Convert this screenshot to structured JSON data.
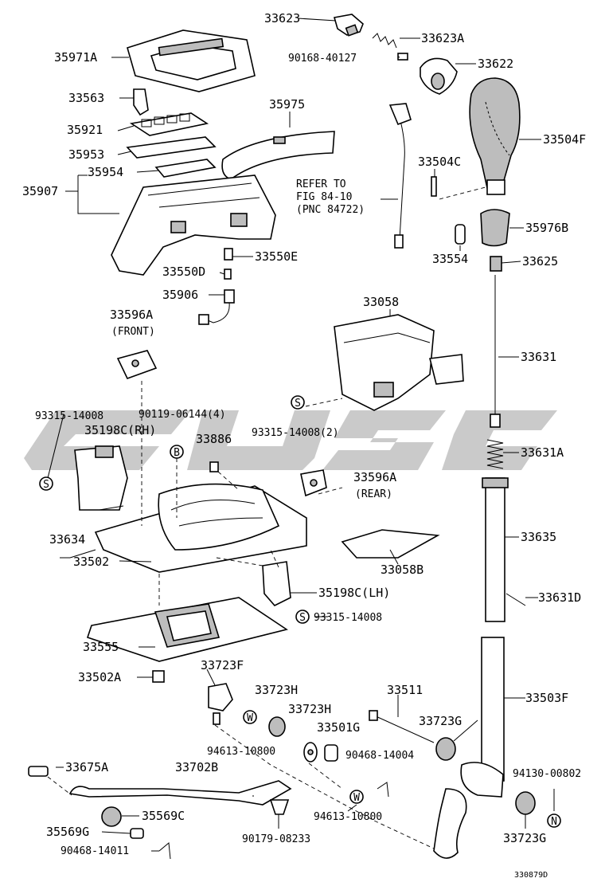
{
  "labels": {
    "l33623": "33623",
    "l33623A": "33623A",
    "l90168": "90168-40127",
    "l33622": "33622",
    "l35971A": "35971A",
    "l33563": "33563",
    "l35975": "35975",
    "l33504F": "33504F",
    "l35921": "35921",
    "l35953": "35953",
    "l35954": "35954",
    "l35907": "35907",
    "l33504C": "33504C",
    "refer1": "REFER TO",
    "refer2": "FIG 84-10",
    "refer3": "(PNC 84722)",
    "l35976B": "35976B",
    "l33550E": "33550E",
    "l33554": "33554",
    "l33625": "33625",
    "l33550D": "33550D",
    "l35906": "35906",
    "l33058": "33058",
    "l33596A_front": "33596A",
    "front": "(FRONT)",
    "l33631": "33631",
    "l93315_a": "93315-14008",
    "l90119": "90119-06144(4)",
    "l93315_b": "93315-14008(2)",
    "l35198C_RH": "35198C(RH)",
    "l33886": "33886",
    "l33631A": "33631A",
    "l33596A_rear": "33596A",
    "rear": "(REAR)",
    "l33634": "33634",
    "l33635": "33635",
    "l33502": "33502",
    "l33058B": "33058B",
    "l35198C_LH": "35198C(LH)",
    "l33631D": "33631D",
    "l93315_c": "93315-14008",
    "l33555": "33555",
    "l33723F": "33723F",
    "l33502A": "33502A",
    "l33503F": "33503F",
    "l33723H_1": "33723H",
    "l33511": "33511",
    "l33723H_2": "33723H",
    "l33723G_1": "33723G",
    "l33501G": "33501G",
    "l94613_a": "94613-10800",
    "l90468_14004": "90468-14004",
    "l94130": "94130-00802",
    "l33675A": "33675A",
    "l33702B": "33702B",
    "l35569C": "35569C",
    "l94613_b": "94613-10800",
    "l35569G": "35569G",
    "l90179": "90179-08233",
    "l33723G_2": "33723G",
    "l90468_14011": "90468-14011",
    "figno": "330879D"
  },
  "symbols": {
    "s": "S",
    "b": "B",
    "w": "W",
    "n": "N"
  }
}
